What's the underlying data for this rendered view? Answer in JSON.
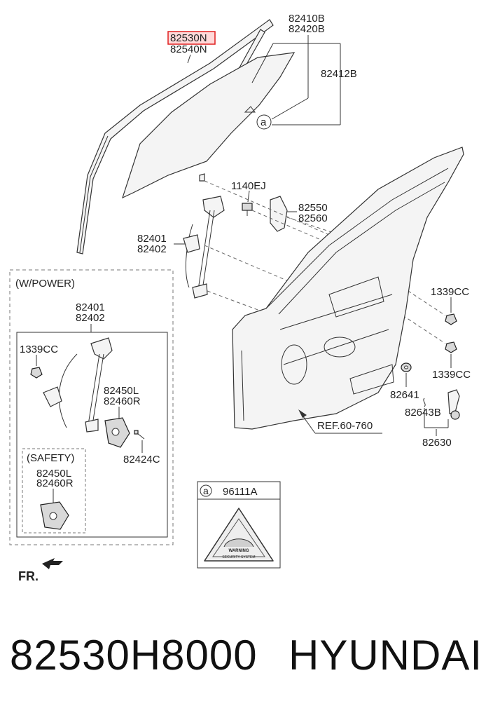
{
  "labels": {
    "glass_a": "82530N",
    "glass_b": "82540N",
    "run_a": "82410B",
    "run_b": "82420B",
    "run_c": "82412B",
    "bolt": "1140EJ",
    "channel_a": "82550",
    "channel_b": "82560",
    "reg_a": "82401",
    "reg_b": "82402",
    "power_title": "(W/POWER)",
    "power_reg_a": "82401",
    "power_reg_b": "82402",
    "power_clip": "1339CC",
    "motor_a": "82450L",
    "motor_b": "82460R",
    "screw": "82424C",
    "safety_title": "(SAFETY)",
    "safety_motor_a": "82450L",
    "safety_motor_b": "82460R",
    "clip_top": "1339CC",
    "clip_bottom": "1339CC",
    "washer": "82641",
    "spring": "82643B",
    "handle": "82630",
    "ref": "REF.60-760",
    "callout_letter": "a",
    "label_box_letter": "a",
    "label_box_part": "96111A",
    "warning_line1": "WARNING",
    "warning_line2": "SECURITY SYSTEM",
    "front": "FR."
  },
  "footer": {
    "part_number": "82530H8000",
    "brand": "HYUNDAI"
  },
  "colors": {
    "highlight": "#e02020",
    "line": "#333333"
  }
}
